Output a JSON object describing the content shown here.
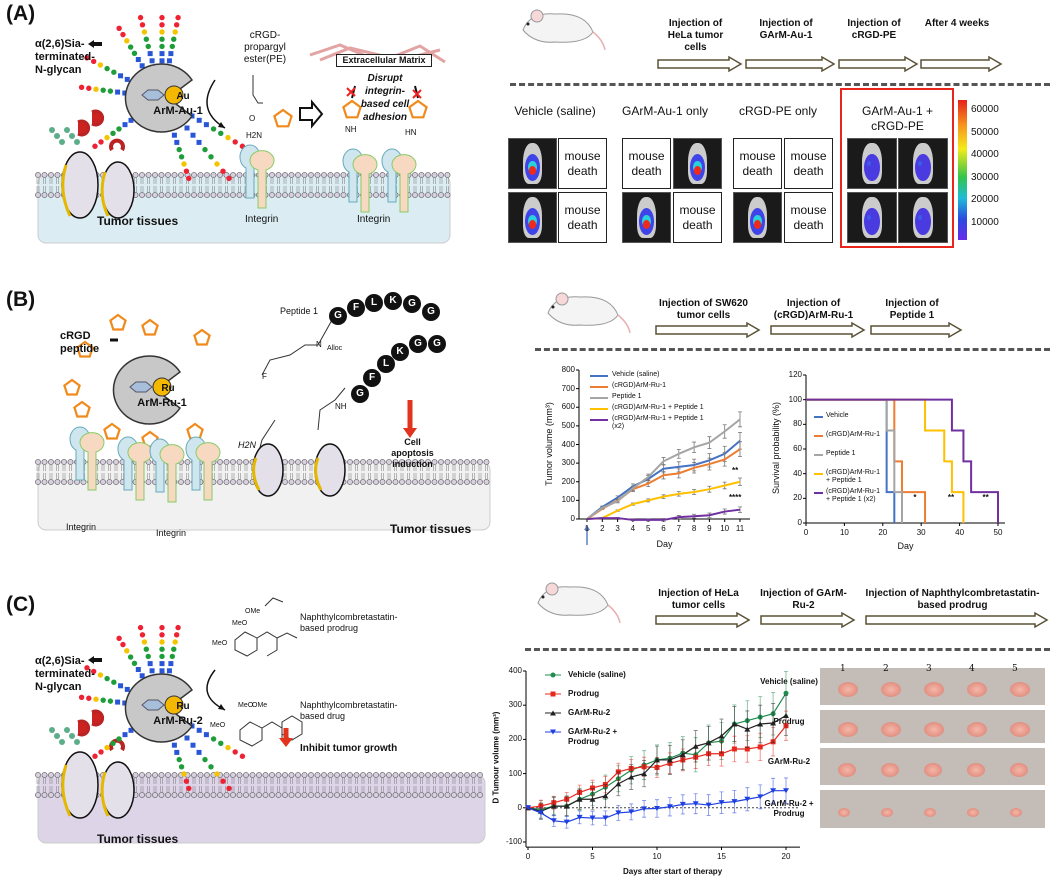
{
  "panel_labels": [
    "(A)",
    "(B)",
    "(C)"
  ],
  "panelA": {
    "glycan_label": "α(2,6)Sia-terminated-N-glycan",
    "arm_label": "ArM-Au-1",
    "metal": "Au",
    "reagent_label": "cRGD-propargyl ester(PE)",
    "ecm_label": "Extracellular Matrix",
    "disrupt_label": "Disrupt integrin-based cell adhesion",
    "integrin_labels": [
      "Integrin",
      "Integrin"
    ],
    "tissue_label": "Tumor tissues",
    "chem": {
      "o": "O",
      "nh2": "H2N",
      "nh": "NH",
      "hn": "HN"
    },
    "timeline": [
      "Injection of HeLa tumor cells",
      "Injection of GArM-Au-1",
      "Injection of cRGD-PE",
      "After 4 weeks"
    ],
    "groups": [
      {
        "title": "Vehicle (saline)",
        "cells": [
          "image",
          "death",
          "image",
          "death"
        ]
      },
      {
        "title": "GArM-Au-1 only",
        "cells": [
          "death",
          "image",
          "image",
          "death"
        ]
      },
      {
        "title": "cRGD-PE only",
        "cells": [
          "death",
          "death",
          "image",
          "death"
        ]
      },
      {
        "title": "GArM-Au-1 + cRGD-PE",
        "cells": [
          "image",
          "image",
          "image",
          "image"
        ]
      }
    ],
    "death_label": "mouse death",
    "colorbar_ticks": [
      "60000",
      "50000",
      "40000",
      "30000",
      "20000",
      "10000"
    ],
    "highlight_color": "#e8261c"
  },
  "panelB": {
    "peptide_label": "cRGD peptide",
    "arm_label": "ArM-Ru-1",
    "metal": "Ru",
    "peptide1_label": "Peptide 1",
    "sequence": [
      "G",
      "F",
      "L",
      "K",
      "G",
      "G"
    ],
    "alloc": "Alloc",
    "apoptosis_label": "Cell apoptosis induction",
    "integrin_labels": [
      "Integrin",
      "Integrin"
    ],
    "tissue_label": "Tumor tissues",
    "chem": {
      "f": "F",
      "n": "N",
      "h2n": "H2N",
      "nh": "NH"
    },
    "timeline": [
      "Injection of SW620 tumor cells",
      "Injection of (cRGD)ArM-Ru-1",
      "Injection of Peptide 1"
    ]
  },
  "panelC": {
    "glycan_label": "α(2,6)Sia-terminated-N-glycan",
    "arm_label": "ArM-Ru-2",
    "metal": "Ru",
    "prodrug_label": "Naphthylcombretastatin-based prodrug",
    "drug_label": "Naphthylcombretastatin-based drug",
    "inhibit_label": "Inhibit tumor growth",
    "tissue_label": "Tumor tissues",
    "chem": {
      "meo1": "MeO",
      "ome": "OMe",
      "meo2": "MeO",
      "meo3": "MeO",
      "ome2": "OMe",
      "meo4": "MeO"
    },
    "timeline": [
      "Injection of HeLa tumor cells",
      "Injection of GArM-Ru-2",
      "Injection of Naphthylcombretastatin-based prodrug"
    ],
    "photo_rows": [
      "Vehicle (saline)",
      "Prodrug",
      "GArM-Ru-2",
      "GArM-Ru-2 + Prodrug"
    ],
    "photo_cols": [
      "1",
      "2",
      "3",
      "4",
      "5"
    ]
  },
  "chart_data": [
    {
      "type": "line",
      "title": "",
      "xlabel": "Day",
      "ylabel": "Tumor volume (mm³)",
      "x": [
        1,
        2,
        3,
        4,
        5,
        6,
        7,
        8,
        9,
        10,
        11
      ],
      "xlim": [
        1,
        11
      ],
      "ylim": [
        0,
        800
      ],
      "yticks": [
        0,
        100,
        200,
        300,
        400,
        500,
        600,
        700,
        800
      ],
      "legend": "top-left",
      "series": [
        {
          "name": "Vehicle (saline)",
          "color": "#4472c4",
          "values": [
            0,
            65,
            115,
            175,
            215,
            270,
            280,
            290,
            315,
            350,
            420
          ],
          "err": 45
        },
        {
          "name": "(cRGD)ArM-Ru-1",
          "color": "#ed7d31",
          "values": [
            0,
            55,
            100,
            160,
            190,
            235,
            245,
            275,
            295,
            320,
            375
          ],
          "err": 40
        },
        {
          "name": "Peptide 1",
          "color": "#a5a5a5",
          "values": [
            0,
            60,
            95,
            165,
            225,
            310,
            350,
            385,
            410,
            470,
            535
          ],
          "err": 40
        },
        {
          "name": "(cRGD)ArM-Ru-1 + Peptide 1",
          "color": "#ffc000",
          "values": [
            0,
            5,
            45,
            80,
            100,
            120,
            135,
            145,
            160,
            180,
            200
          ],
          "err": 20
        },
        {
          "name": "(cRGD)ArM-Ru-1 + Peptide 1 (x2)",
          "color": "#7030a0",
          "values": [
            0,
            5,
            5,
            -5,
            -5,
            -5,
            10,
            15,
            20,
            40,
            50
          ],
          "err": 15
        }
      ],
      "annotations": [
        {
          "text": "**",
          "x": 11,
          "y": 250
        },
        {
          "text": "****",
          "x": 10.8,
          "y": 110
        }
      ]
    },
    {
      "type": "line",
      "title": "",
      "xlabel": "Day",
      "ylabel": "Survival probability (%)",
      "xlim": [
        0,
        50
      ],
      "ylim": [
        0,
        120
      ],
      "xticks": [
        0,
        10,
        20,
        30,
        40,
        50
      ],
      "yticks": [
        0,
        20,
        40,
        60,
        80,
        100,
        120
      ],
      "legend": "left",
      "series": [
        {
          "name": "Vehicle",
          "color": "#4472c4",
          "steps": [
            [
              0,
              100
            ],
            [
              21,
              100
            ],
            [
              21,
              25
            ],
            [
              23,
              25
            ],
            [
              23,
              0
            ]
          ]
        },
        {
          "name": "(cRGD)ArM-Ru-1",
          "color": "#ed7d31",
          "steps": [
            [
              0,
              100
            ],
            [
              23,
              100
            ],
            [
              23,
              50
            ],
            [
              25,
              50
            ],
            [
              25,
              25
            ],
            [
              31,
              25
            ],
            [
              31,
              0
            ]
          ]
        },
        {
          "name": "Peptide 1",
          "color": "#a5a5a5",
          "steps": [
            [
              0,
              100
            ],
            [
              21,
              100
            ],
            [
              21,
              75
            ],
            [
              23,
              75
            ],
            [
              23,
              25
            ],
            [
              25,
              25
            ],
            [
              25,
              0
            ]
          ]
        },
        {
          "name": "(cRGD)ArM-Ru-1 + Peptide 1",
          "color": "#ffc000",
          "steps": [
            [
              0,
              100
            ],
            [
              31,
              100
            ],
            [
              31,
              75
            ],
            [
              36,
              75
            ],
            [
              36,
              50
            ],
            [
              38,
              50
            ],
            [
              38,
              25
            ],
            [
              41,
              25
            ],
            [
              41,
              0
            ]
          ]
        },
        {
          "name": "(cRGD)ArM-Ru-1 + Peptide 1 (x2)",
          "color": "#7030a0",
          "steps": [
            [
              0,
              100
            ],
            [
              38,
              100
            ],
            [
              38,
              75
            ],
            [
              41,
              75
            ],
            [
              41,
              50
            ],
            [
              43,
              50
            ],
            [
              43,
              25
            ],
            [
              50,
              25
            ],
            [
              50,
              0
            ]
          ]
        }
      ],
      "annotations": [
        {
          "text": "*",
          "x": 29,
          "y": 20
        },
        {
          "text": "**",
          "x": 38,
          "y": 20
        },
        {
          "text": "**",
          "x": 47,
          "y": 20
        }
      ]
    },
    {
      "type": "line",
      "title": "",
      "xlabel": "Days after start of therapy",
      "ylabel": "D Tumour volume (mm³)",
      "x": [
        0,
        1,
        2,
        3,
        4,
        5,
        6,
        7,
        8,
        9,
        10,
        11,
        12,
        13,
        14,
        15,
        16,
        17,
        18,
        19,
        20
      ],
      "xlim": [
        0,
        20
      ],
      "ylim": [
        -100,
        400
      ],
      "xticks": [
        0,
        5,
        10,
        15,
        20
      ],
      "yticks": [
        -100,
        0,
        100,
        200,
        300,
        400
      ],
      "legend": "top-left",
      "series": [
        {
          "name": "Vehicle (saline)",
          "color": "#1e8c4e",
          "marker": "circle",
          "values": [
            0,
            -5,
            5,
            5,
            25,
            40,
            60,
            85,
            110,
            125,
            140,
            145,
            160,
            155,
            190,
            195,
            245,
            255,
            265,
            275,
            335
          ],
          "err": 60
        },
        {
          "name": "Prodrug",
          "color": "#e8281e",
          "marker": "square",
          "values": [
            0,
            5,
            15,
            25,
            45,
            58,
            68,
            105,
            115,
            120,
            118,
            130,
            140,
            148,
            158,
            158,
            172,
            172,
            178,
            193,
            240
          ],
          "err": 40
        },
        {
          "name": "GArM-Ru-2",
          "color": "#222222",
          "marker": "triangle",
          "values": [
            0,
            -10,
            5,
            5,
            25,
            25,
            35,
            70,
            90,
            100,
            140,
            140,
            155,
            180,
            190,
            210,
            245,
            230,
            245,
            248,
            270
          ],
          "err": 55
        },
        {
          "name": "GArM-Ru-2 + Prodrug",
          "color": "#1f3fe0",
          "marker": "triangle-down",
          "values": [
            0,
            -15,
            -38,
            -42,
            -28,
            -30,
            -30,
            -15,
            -12,
            -3,
            -2,
            3,
            10,
            12,
            8,
            15,
            18,
            25,
            32,
            50,
            50
          ],
          "err": 35
        }
      ]
    }
  ]
}
